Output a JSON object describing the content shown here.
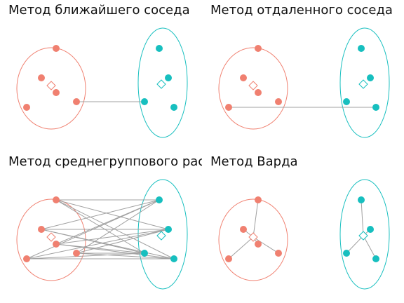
{
  "colors": {
    "cluster_a": "#f08070",
    "cluster_b": "#17bfbf",
    "link": "#a0a0a0"
  },
  "panels": [
    {
      "title": "Метод ближайшего соседа",
      "method": "nearest"
    },
    {
      "title": "Метод отдаленного соседа",
      "method": "farthest"
    },
    {
      "title": "Метод среднегруппового расстояния",
      "method": "average"
    },
    {
      "title": "Метод Варда",
      "method": "ward"
    }
  ]
}
